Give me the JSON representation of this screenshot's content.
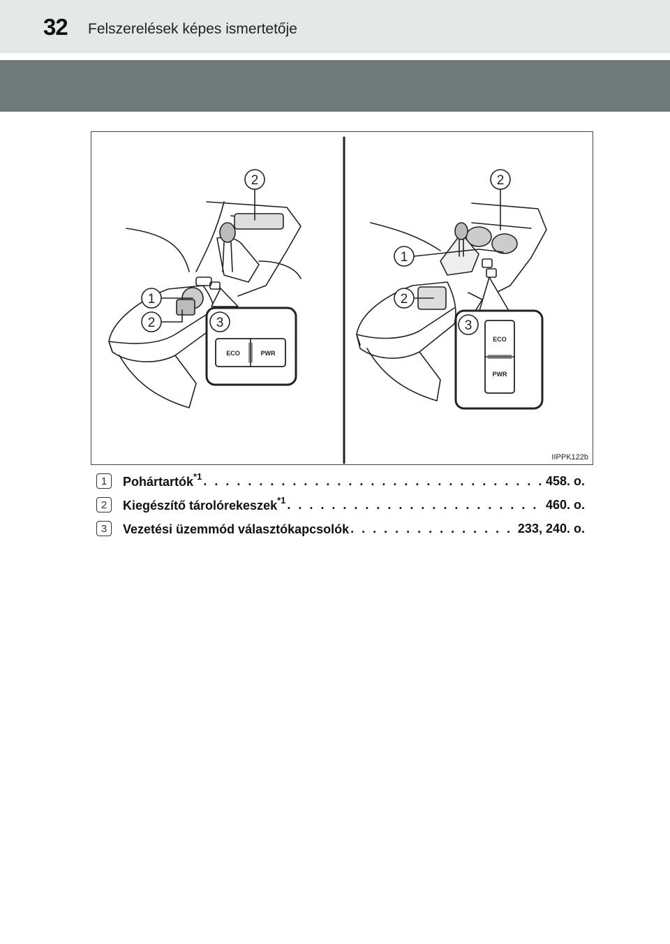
{
  "header": {
    "page_number": "32",
    "title": "Felszerelések képes ismertetője"
  },
  "figure": {
    "code": "IIPPK122b",
    "callouts": [
      "1",
      "2",
      "3"
    ],
    "left_switch": {
      "eco": "ECO",
      "pwr": "PWR"
    },
    "right_switch": {
      "eco": "ECO",
      "pwr": "PWR"
    }
  },
  "items": [
    {
      "num": "1",
      "label": "Pohártartók",
      "mark": "*1",
      "ref": "458. o."
    },
    {
      "num": "2",
      "label": "Kiegészítő tárolórekeszek",
      "mark": "*1",
      "ref": "460. o."
    },
    {
      "num": "3",
      "label": "Vezetési üzemmód választókapcsolók",
      "mark": "",
      "ref": "233, 240. o."
    }
  ]
}
